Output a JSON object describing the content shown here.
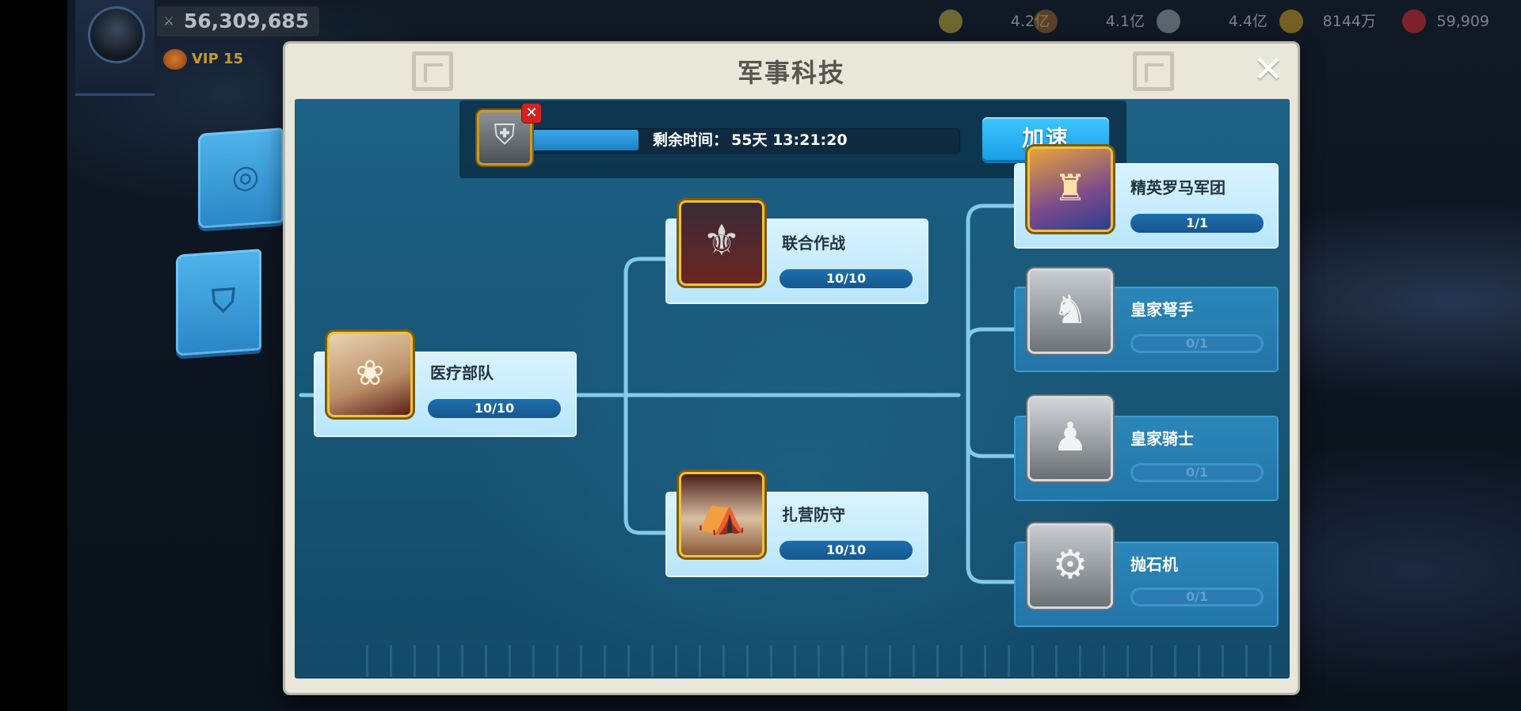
{
  "hud": {
    "power": "56,309,685",
    "vip": "VIP 15",
    "resources": [
      {
        "icon": "food-icon",
        "value": "4.2亿",
        "color": "#c9b23a"
      },
      {
        "icon": "wood-icon",
        "value": "4.1亿",
        "color": "#a0652c"
      },
      {
        "icon": "stone-icon",
        "value": "4.4亿",
        "color": "#a5acb3"
      },
      {
        "icon": "gold-icon",
        "value": "8144万",
        "color": "#d8a21f"
      },
      {
        "icon": "gem-icon",
        "value": "59,909",
        "color": "#c8282e"
      }
    ]
  },
  "panel": {
    "title": "军事科技",
    "close_symbol": "✕"
  },
  "research": {
    "icon": "armor-icon",
    "remaining_label": "剩余时间：",
    "remaining_time": "55天 13:21:20",
    "progress": 0.25,
    "speedup_label": "加速"
  },
  "nodes": {
    "medical": {
      "name": "医疗部队",
      "level": "10/10",
      "icon": "bandage-icon"
    },
    "combined": {
      "name": "联合作战",
      "level": "10/10",
      "icon": "spear-icon"
    },
    "camp": {
      "name": "扎营防守",
      "level": "10/10",
      "icon": "tent-icon"
    },
    "legion": {
      "name": "精英罗马军团",
      "level": "1/1",
      "icon": "legionary-icon"
    },
    "crossbow": {
      "name": "皇家弩手",
      "level": "0/1",
      "icon": "crossbowman-icon"
    },
    "knight": {
      "name": "皇家骑士",
      "level": "0/1",
      "icon": "knight-icon"
    },
    "catapult": {
      "name": "抛石机",
      "level": "0/1",
      "icon": "catapult-icon"
    }
  },
  "colors": {
    "board": "#185676",
    "active_node": "#c8ecfb",
    "locked_node": "#2275a8",
    "connector": "#8fd6f5",
    "gold_frame": "#f0c23b"
  }
}
